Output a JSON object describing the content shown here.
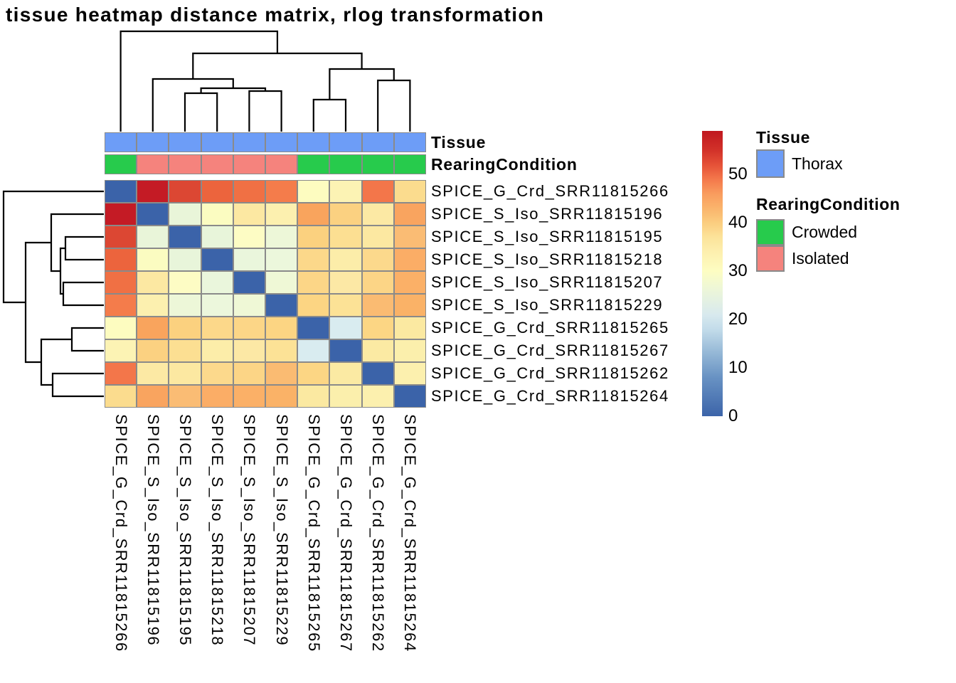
{
  "title": "tissue heatmap distance matrix, rlog transformation",
  "chart_data": {
    "type": "heatmap",
    "title": "tissue heatmap distance matrix, rlog transformation",
    "samples": [
      "SPICE_G_Crd_SRR11815266",
      "SPICE_S_Iso_SRR11815196",
      "SPICE_S_Iso_SRR11815195",
      "SPICE_S_Iso_SRR11815218",
      "SPICE_S_Iso_SRR11815207",
      "SPICE_S_Iso_SRR11815229",
      "SPICE_G_Crd_SRR11815265",
      "SPICE_G_Crd_SRR11815267",
      "SPICE_G_Crd_SRR11815262",
      "SPICE_G_Crd_SRR11815264"
    ],
    "matrix_values_estimated": [
      [
        0,
        56,
        52,
        50,
        49,
        48,
        31,
        33,
        48,
        39
      ],
      [
        56,
        0,
        27,
        31,
        37,
        35,
        44,
        40,
        37,
        44
      ],
      [
        52,
        27,
        0,
        27,
        31,
        27,
        40,
        38,
        37,
        42
      ],
      [
        50,
        31,
        27,
        0,
        27,
        27,
        39,
        36,
        39,
        43
      ],
      [
        49,
        37,
        31,
        27,
        0,
        28,
        39,
        37,
        40,
        43
      ],
      [
        48,
        35,
        27,
        27,
        28,
        0,
        40,
        38,
        42,
        43
      ],
      [
        31,
        44,
        40,
        39,
        39,
        40,
        0,
        21,
        40,
        36
      ],
      [
        33,
        40,
        38,
        36,
        37,
        38,
        21,
        0,
        36,
        35
      ],
      [
        48,
        37,
        37,
        39,
        40,
        42,
        40,
        36,
        0,
        35
      ],
      [
        39,
        44,
        42,
        43,
        43,
        43,
        36,
        35,
        35,
        0
      ]
    ],
    "matrix_colors": [
      [
        "#3b63a9",
        "#c41b25",
        "#dc4733",
        "#ec643d",
        "#f07044",
        "#f47c4b",
        "#fdfcc0",
        "#fcf3b4",
        "#f3764a",
        "#fbdc8e"
      ],
      [
        "#c41b25",
        "#3b63a9",
        "#e9f5d9",
        "#fbfcc1",
        "#fce8a2",
        "#fcf0af",
        "#f9a45d",
        "#fbd181",
        "#fce9a4",
        "#f9a45f"
      ],
      [
        "#dc4733",
        "#e9f5d9",
        "#3b63a9",
        "#e8f5da",
        "#fdfcc4",
        "#edf7d8",
        "#fbd17f",
        "#fcdf92",
        "#fce8a1",
        "#fabc74"
      ],
      [
        "#ec643d",
        "#fbfcc1",
        "#e8f5da",
        "#3b63a9",
        "#eaf6dc",
        "#ecf7dc",
        "#fcd88a",
        "#fceda9",
        "#fcd98c",
        "#fbad66"
      ],
      [
        "#f07044",
        "#fce8a2",
        "#fdfcc4",
        "#eaf6dc",
        "#3b63a9",
        "#eff8d6",
        "#fcd687",
        "#fce8a5",
        "#fcd586",
        "#fbb067"
      ],
      [
        "#f47c4b",
        "#fcf0af",
        "#edf7d8",
        "#ecf7dc",
        "#eff8d6",
        "#3b63a9",
        "#fcd583",
        "#fce296",
        "#fabb72",
        "#fab267"
      ],
      [
        "#fdfcc0",
        "#f9a45d",
        "#fbd17f",
        "#fcd88a",
        "#fcd687",
        "#fcd583",
        "#3b63a9",
        "#d9ecf0",
        "#fcd684",
        "#fbe9a1"
      ],
      [
        "#fcf3b4",
        "#fbd181",
        "#fcdf92",
        "#fceda9",
        "#fce8a5",
        "#fce296",
        "#d9ecf0",
        "#3b63a9",
        "#fbeaa3",
        "#fbefac"
      ],
      [
        "#f3764a",
        "#fce9a4",
        "#fce8a1",
        "#fcd98c",
        "#fcd586",
        "#fabb72",
        "#fcd684",
        "#fbeaa3",
        "#3b63a9",
        "#fcf0ae"
      ],
      [
        "#fbdc8e",
        "#f9a45f",
        "#fabc74",
        "#fbad66",
        "#fbb067",
        "#fab267",
        "#fbe9a1",
        "#fbefac",
        "#fcf0ae",
        "#3b63a9"
      ]
    ],
    "color_scale": {
      "min": 0,
      "max": 59,
      "ticks": [
        0,
        10,
        20,
        30,
        40,
        50
      ],
      "stops": [
        {
          "value": 0,
          "color": "#3c64a9"
        },
        {
          "value": 8,
          "color": "#6892c3"
        },
        {
          "value": 13,
          "color": "#94b7d6"
        },
        {
          "value": 18,
          "color": "#c3dcea"
        },
        {
          "value": 21,
          "color": "#d8e9ee"
        },
        {
          "value": 24,
          "color": "#e4f1e2"
        },
        {
          "value": 27,
          "color": "#f0f8d4"
        },
        {
          "value": 30,
          "color": "#fdfdc2"
        },
        {
          "value": 34,
          "color": "#fdefae"
        },
        {
          "value": 37,
          "color": "#fce39a"
        },
        {
          "value": 40,
          "color": "#fbcd7f"
        },
        {
          "value": 43,
          "color": "#fab46c"
        },
        {
          "value": 46,
          "color": "#f99c5e"
        },
        {
          "value": 49,
          "color": "#f4784b"
        },
        {
          "value": 52,
          "color": "#e55137"
        },
        {
          "value": 55,
          "color": "#d23129"
        },
        {
          "value": 59,
          "color": "#c0181f"
        }
      ]
    },
    "annotations": {
      "tissue": {
        "label": "Tissue",
        "values": [
          "Thorax",
          "Thorax",
          "Thorax",
          "Thorax",
          "Thorax",
          "Thorax",
          "Thorax",
          "Thorax",
          "Thorax",
          "Thorax"
        ]
      },
      "rearing": {
        "label": "RearingCondition",
        "values": [
          "Crowded",
          "Isolated",
          "Isolated",
          "Isolated",
          "Isolated",
          "Isolated",
          "Crowded",
          "Crowded",
          "Crowded",
          "Crowded"
        ]
      }
    },
    "annotation_colors": {
      "Thorax": "#6d9df7",
      "Crowded": "#27cb4c",
      "Isolated": "#f5837d"
    },
    "dendrogram": {
      "merges": [
        [
          "L2",
          "L3",
          54
        ],
        [
          "L4",
          "L5",
          57
        ],
        [
          "M1",
          "M2",
          61
        ],
        [
          "L1",
          "M3",
          74
        ],
        [
          "L6",
          "L7",
          45
        ],
        [
          "L8",
          "L9",
          72
        ],
        [
          "M5",
          "M6",
          88
        ],
        [
          "M4",
          "M7",
          110
        ],
        [
          "L0",
          "M8",
          141
        ]
      ]
    },
    "legend": {
      "tissue_title": "Tissue",
      "tissue_items": [
        {
          "label": "Thorax"
        }
      ],
      "rearing_title": "RearingCondition",
      "rearing_items": [
        {
          "label": "Crowded"
        },
        {
          "label": "Isolated"
        }
      ]
    }
  }
}
